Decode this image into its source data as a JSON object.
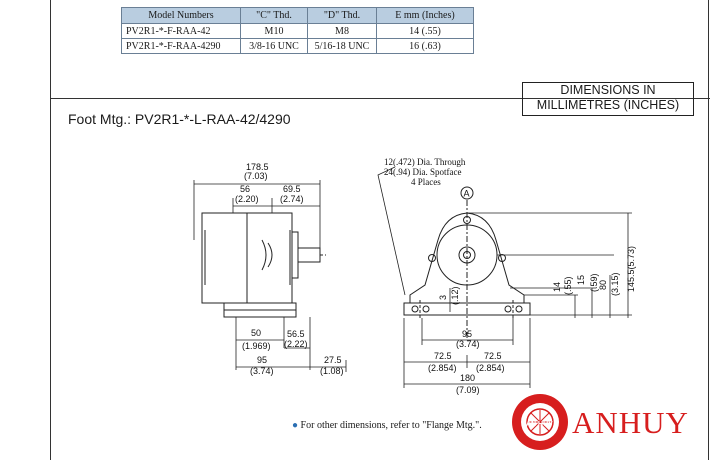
{
  "spec_table": {
    "headers": [
      "Model Numbers",
      "\"C\" Thd.",
      "\"D\" Thd.",
      "E mm (Inches)"
    ],
    "rows": [
      [
        "PV2R1-*-F-RAA-42",
        "M10",
        "M8",
        "14 (.55)"
      ],
      [
        "PV2R1-*-F-RAA-4290",
        "3/8-16 UNC",
        "5/16-18 UNC",
        "16 (.63)"
      ]
    ]
  },
  "dimensions_box": {
    "line1": "DIMENSIONS IN",
    "line2": "MILLIMETRES (INCHES)"
  },
  "section_title": "Foot Mtg.: PV2R1-*-L-RAA-42/4290",
  "side_view": {
    "overall_width": "178.5",
    "overall_width_in": "(7.03)",
    "d56": "56",
    "d56_in": "(2.20)",
    "d69": "69.5",
    "d69_in": "(2.74)",
    "d50": "50",
    "d50_in": "(1.969)",
    "d565": "56.5",
    "d565_in": "(2.22)",
    "d95": "95",
    "d95_in": "(3.74)",
    "d275": "27.5",
    "d275_in": "(1.08)"
  },
  "front_view": {
    "hole_note_1": "12(.472) Dia. Through",
    "hole_note_2": "24(.94) Dia. Spotface",
    "hole_note_3": "4 Places",
    "view_label": "A",
    "d3": "3",
    "d3_in": "(.12)",
    "d95": "95",
    "d95_in": "(3.74)",
    "d725a": "72.5",
    "d725a_in": "(2.854)",
    "d725b": "72.5",
    "d725b_in": "(2.854)",
    "d180": "180",
    "d180_in": "(7.09)",
    "d14": "14",
    "d14_in": "(.55)",
    "d15": "15",
    "d15_in": "(.59)",
    "d80": "80",
    "d80_in": "(3.15)",
    "d145": "145.5(5.73)"
  },
  "footnote": "For other dimensions, refer to \"Flange Mtg.\".",
  "logo": {
    "name": "ANHUY",
    "ring_text": "AN HUY"
  },
  "colors": {
    "table_header": "#b9cde0",
    "logo_red": "#d71e1e",
    "bullet": "#2b6fb3"
  }
}
